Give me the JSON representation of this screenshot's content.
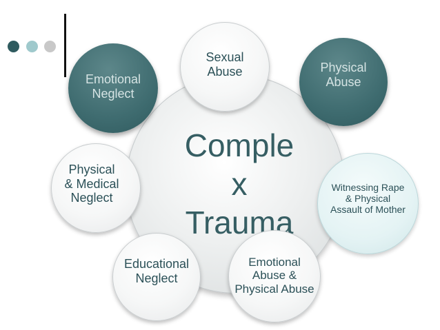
{
  "decor": {
    "dot_colors": [
      "#2f5b5f",
      "#9fc9cc",
      "#c8c8c8"
    ]
  },
  "center": {
    "text": "Comple\nx\nTrauma"
  },
  "nodes": {
    "sexual_abuse": "Sexual\nAbuse",
    "physical_abuse": "Physical\nAbuse",
    "emotional_neglect": "Emotional\nNeglect",
    "physical_medical_neglect": "Physical\n& Medical\nNeglect",
    "witnessing": "Witnessing Rape\n& Physical\nAssault of Mother",
    "educational_neglect": "Educational\nNeglect",
    "emotional_physical_abuse": "Emotional\nAbuse &\nPhysical Abuse"
  }
}
